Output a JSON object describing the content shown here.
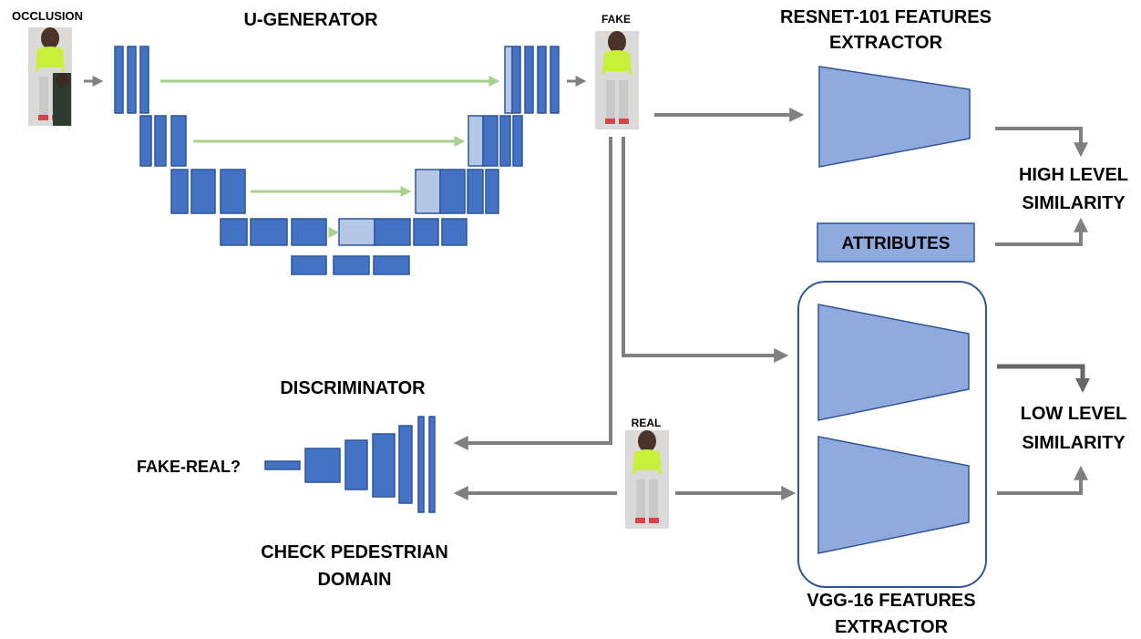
{
  "labels": {
    "occlusion": "OCCLUSION",
    "u_generator": "U-GENERATOR",
    "fake": "FAKE",
    "real": "REAL",
    "resnet_line1": "RESNET-101 FEATURES",
    "resnet_line2": "EXTRACTOR",
    "attributes": "ATTRIBUTES",
    "high_line1": "HIGH LEVEL",
    "high_line2": "SIMILARITY",
    "low_line1": "LOW LEVEL",
    "low_line2": "SIMILARITY",
    "vgg_line1": "VGG-16 FEATURES",
    "vgg_line2": "EXTRACTOR",
    "discriminator": "DISCRIMINATOR",
    "fake_real": "FAKE-REAL?",
    "check_line1": "CHECK PEDESTRIAN",
    "check_line2": "DOMAIN"
  },
  "colors": {
    "block": "#4472C4",
    "block_light": "#B4C7E7",
    "extractor": "#8FAADC",
    "skip_connection": "#A9D18E",
    "arrow": "#808080",
    "hoodie": "#C6F03A"
  },
  "icons": {
    "pedestrian_photo": "pedestrian-image"
  }
}
